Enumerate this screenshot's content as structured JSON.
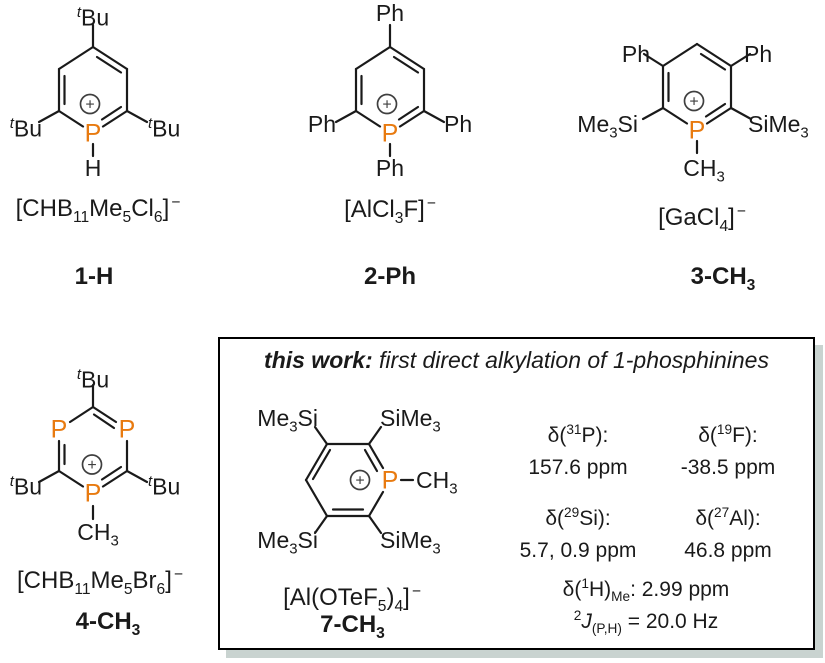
{
  "colors": {
    "background": "#ffffff",
    "bond": "#1a1a1a",
    "text": "#1a1a1a",
    "phosphorus_orange": "#e87a0f",
    "charge_symbol_gray": "#3f3f3f",
    "box_border": "#000000",
    "box_shadow": "#c9d3d0"
  },
  "symbols": {
    "plus": "+",
    "P": "P"
  },
  "structures": [
    {
      "label": "1-H",
      "anion": "[CHB<sub>11</sub>Me<sub>5</sub>Cl<sub>6</sub>]<sup>−</sup>",
      "sub_top": "<sup><i>t</i></sup>Bu",
      "sub_left": "<sup><i>t</i></sup>Bu",
      "sub_right": "<sup><i>t</i></sup>Bu",
      "sub_p": "H"
    },
    {
      "label": "2-Ph",
      "anion": "[AlCl<sub>3</sub>F]<sup>−</sup>",
      "sub_top": "Ph",
      "sub_left": "Ph",
      "sub_right": "Ph",
      "sub_p": "Ph"
    },
    {
      "label": "3-CH<sub>3</sub>",
      "anion": "[GaCl<sub>4</sub>]<sup>−</sup>",
      "sub_ul": "Ph",
      "sub_ur": "Ph",
      "sub_left": "Me<sub>3</sub>Si",
      "sub_right": "SiMe<sub>3</sub>",
      "sub_p": "CH<sub>3</sub>"
    },
    {
      "label": "4-CH<sub>3</sub>",
      "anion": "[CHB<sub>11</sub>Me<sub>5</sub>Br<sub>6</sub>]<sup>−</sup>",
      "sub_top": "<sup><i>t</i></sup>Bu",
      "sub_left": "<sup><i>t</i></sup>Bu",
      "sub_right": "<sup><i>t</i></sup>Bu",
      "sub_p": "CH<sub>3</sub>"
    }
  ],
  "box": {
    "title_bold": "this work:",
    "title_rest": " first direct alkylation of 1-phosphinines",
    "compound": {
      "label": "7-CH<sub>3</sub>",
      "anion": "[Al(OTeF<sub>5</sub>)<sub>4</sub>]<sup>−</sup>",
      "sub_tl": "Me<sub>3</sub>Si",
      "sub_tr": "SiMe<sub>3</sub>",
      "sub_bl": "Me<sub>3</sub>Si",
      "sub_br": "SiMe<sub>3</sub>",
      "sub_p": "CH<sub>3</sub>"
    },
    "nmr": [
      {
        "label": "δ(<sup>31</sup>P):",
        "value": "157.6 ppm"
      },
      {
        "label": "δ(<sup>19</sup>F):",
        "value": "-38.5 ppm"
      },
      {
        "label": "δ(<sup>29</sup>Si):",
        "value": "5.7, 0.9 ppm"
      },
      {
        "label": "δ(<sup>27</sup>Al):",
        "value": "46.8 ppm"
      }
    ],
    "nmr_h": "δ(<sup>1</sup>H)<sub>Me</sub>: 2.99 ppm",
    "nmr_j": "<sup>2</sup><i>J</i><sub>(P,H)</sub> = 20.0 Hz"
  }
}
